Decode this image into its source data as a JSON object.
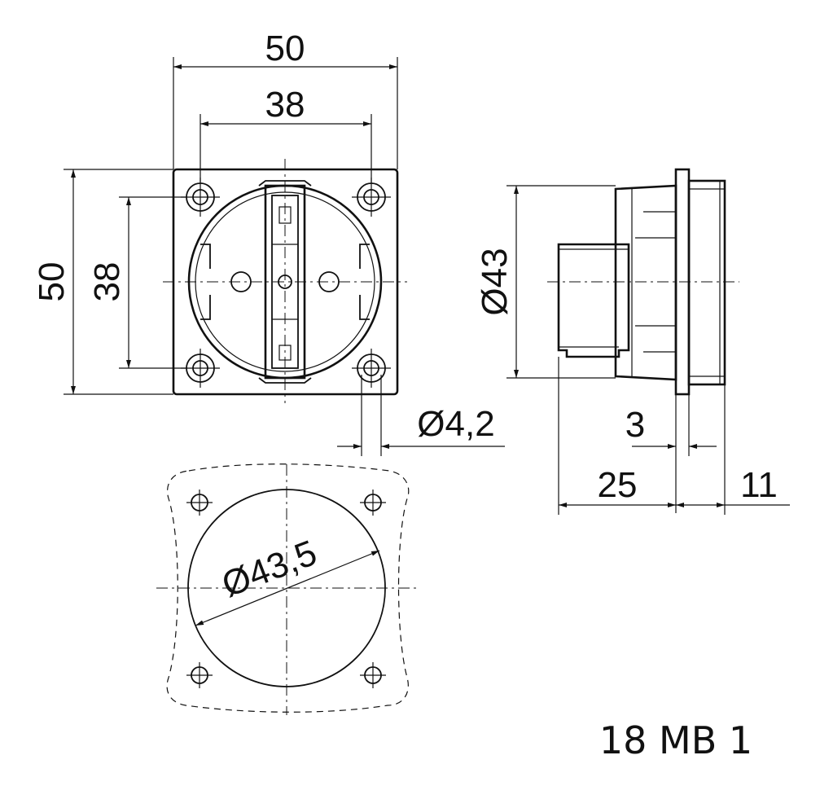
{
  "front_view": {
    "width_outer": "50",
    "width_inner": "38",
    "height_outer": "50",
    "height_inner": "38",
    "hole_diameter": "Ø4,2"
  },
  "side_view": {
    "diameter": "Ø43",
    "flange": "3",
    "depth_rear": "25",
    "depth_front": "11"
  },
  "cutout_view": {
    "diameter": "Ø43,5"
  },
  "part_code": "18 MB 1"
}
